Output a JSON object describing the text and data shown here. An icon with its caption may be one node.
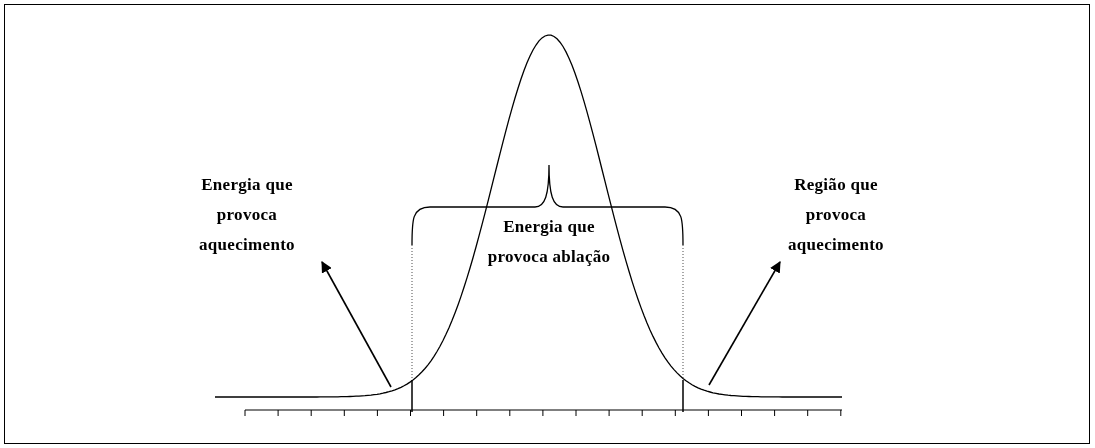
{
  "diagram": {
    "nodes": [
      {
        "text": [
          "Energia que provoca aquecimento"
        ]
      },
      {
        "text": [
          "Energia que provoca ablação"
        ]
      },
      {
        "text": [
          "Região que provoca aquecimento"
        ]
      }
    ],
    "edges": [
      {
        "from": null,
        "to": 0,
        "arrow": "to"
      },
      {
        "from": null,
        "to": 2,
        "arrow": "to"
      }
    ]
  }
}
